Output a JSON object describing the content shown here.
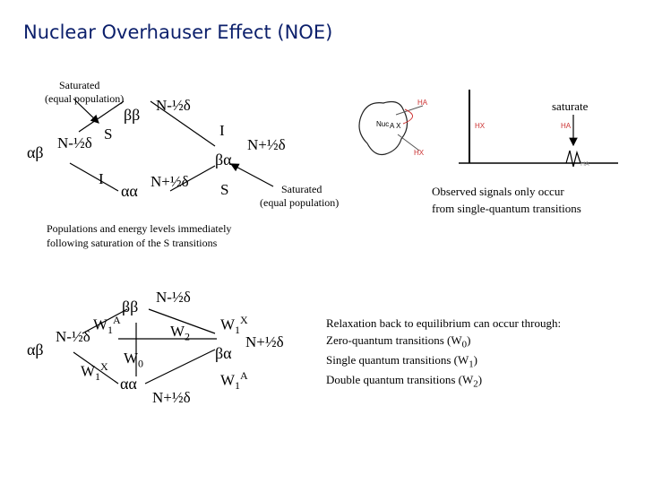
{
  "title": "Nuclear Overhauser Effect (NOE)",
  "top_diagram": {
    "saturated_label_left": [
      "Saturated",
      "(equal population)"
    ],
    "states": {
      "ab": "αβ",
      "bb": "ββ",
      "aa": "αα",
      "ba": "βα"
    },
    "pop_bb": "N-½δ",
    "pop_ab": "N-½δ",
    "pop_aa": "N+½δ",
    "pop_ba": "N+½δ",
    "transition_s_left": "S",
    "transition_s_right": "S",
    "transition_i_left": "I",
    "transition_i_right": "I",
    "saturated_label_right": [
      "Saturated",
      "(equal population)"
    ]
  },
  "spectrum": {
    "saturate_label": "saturate",
    "molecule_labels": {
      "ha": "HA",
      "hx": "HX",
      "nuc": "Nuc",
      "ax": "A X"
    },
    "peak_labels": {
      "hx": "HX",
      "ha": "HA",
      "ha_sub": "HA"
    }
  },
  "observed_note": [
    "Observed signals only occur",
    "from single-quantum transitions"
  ],
  "populations_note": [
    "Populations and energy levels immediately",
    "following saturation of the S transitions"
  ],
  "bottom_diagram": {
    "states": {
      "ab": "αβ",
      "bb": "ββ",
      "aa": "αα",
      "ba": "βα"
    },
    "pop_top": "N-½δ",
    "pop_left": "N-½δ",
    "pop_right": "N+½δ",
    "pop_bottom": "N+½δ",
    "w1a_left": {
      "base": "W",
      "sub": "1",
      "sup": "A"
    },
    "w1x_left": {
      "base": "W",
      "sub": "1",
      "sup": "X"
    },
    "w1x_right": {
      "base": "W",
      "sub": "1",
      "sup": "X"
    },
    "w1a_right": {
      "base": "W",
      "sub": "1",
      "sup": "A"
    },
    "w0": {
      "base": "W",
      "sub": "0"
    },
    "w2": {
      "base": "W",
      "sub": "2"
    }
  },
  "relaxation": {
    "intro": "Relaxation back to equilibrium can occur through:",
    "lines": [
      {
        "text": "Zero-quantum transitions (W",
        "sub": "0",
        "end": ")"
      },
      {
        "text": "Single quantum transitions (W",
        "sub": "1",
        "end": ")"
      },
      {
        "text": "Double quantum transitions (W",
        "sub": "2",
        "end": ")"
      }
    ]
  }
}
